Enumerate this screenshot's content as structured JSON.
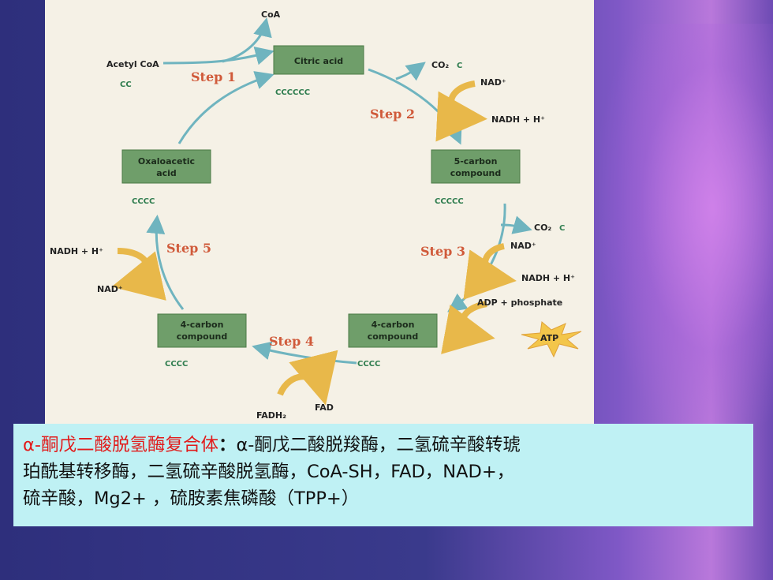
{
  "diagram": {
    "top_coa": "CoA",
    "acetyl_coa": "Acetyl CoA",
    "acetyl_carbons": "CC",
    "citric_acid": "Citric acid",
    "citric_carbons": "CCCCCC",
    "step1": "Step 1",
    "step2": "Step 2",
    "step3": "Step 3",
    "step4": "Step 4",
    "step5": "Step 5",
    "co2_a": "CO₂",
    "co2_a_c": "C",
    "nad_a": "NAD⁺",
    "nadh_a": "NADH + H⁺",
    "five_carbon_l1": "5-carbon",
    "five_carbon_l2": "compound",
    "five_carbons": "CCCCC",
    "co2_b": "CO₂",
    "co2_b_c": "C",
    "nad_b": "NAD⁺",
    "nadh_b": "NADH + H⁺",
    "adp": "ADP + phosphate",
    "atp": "ATP",
    "four_right_l1": "4-carbon",
    "four_right_l2": "compound",
    "four_right_carbons": "CCCC",
    "fad": "FAD",
    "fadh2": "FADH₂",
    "four_left_l1": "4-carbon",
    "four_left_l2": "compound",
    "four_left_carbons": "CCCC",
    "nadh_c": "NADH + H⁺",
    "nad_c": "NAD⁺",
    "oxalo_l1": "Oxaloacetic",
    "oxalo_l2": "acid",
    "oxalo_carbons": "CCCC"
  },
  "caption": {
    "title": "α-酮戊二酸脱氢酶复合体",
    "colon": "：",
    "line1_rest": "α-酮戊二酸脱羧酶，二氢硫辛酸转琥",
    "line2": "珀酰基转移酶，二氢硫辛酸脱氢酶，CoA-SH，FAD，NAD+，",
    "line3": "硫辛酸，Mg2+ ，硫胺素焦磷酸（TPP+）"
  },
  "colors": {
    "background": "#3a3a8c",
    "caption_bg": "#bff1f4",
    "title_red": "#e21a1a",
    "box_green": "#6f9e6a",
    "arrow_teal": "#6fb4bf",
    "step_orange": "#d05a3a",
    "carbon_green": "#2f7d4f"
  }
}
